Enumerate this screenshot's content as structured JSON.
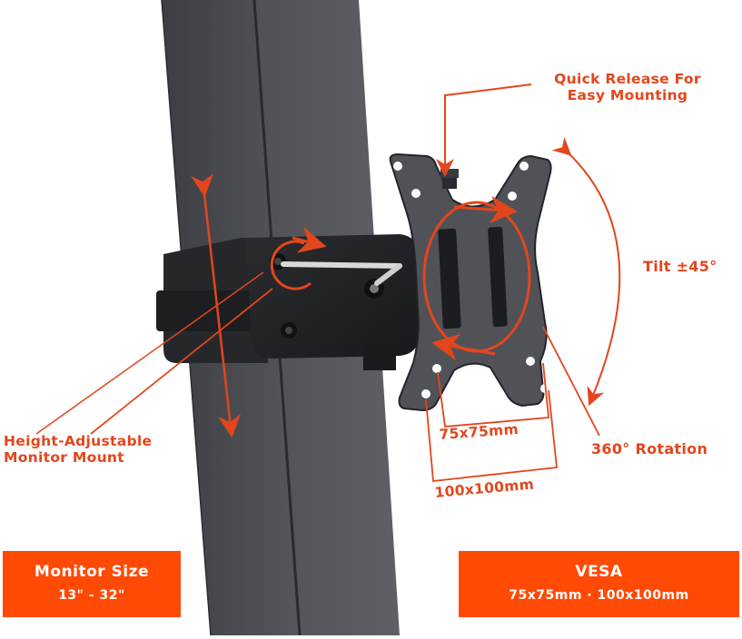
{
  "image": {
    "subject": "Height-adjustable monitor mount on vertical pole with VESA plate",
    "accent_color": "#e2461c",
    "banner_color": "#ff4a06",
    "pole_color": "#4a4c52"
  },
  "callouts": {
    "quick_release": {
      "line1": "Quick Release For",
      "line2": "Easy Mounting"
    },
    "tilt": "Tilt ±45°",
    "height_adjustable": {
      "line1": "Height-Adjustable",
      "line2": "Monitor Mount"
    },
    "rotation": "360° Rotation",
    "vesa_small": "75x75mm",
    "vesa_large": "100x100mm"
  },
  "banners": {
    "monitor_size": {
      "title": "Monitor Size",
      "value": "13\" - 32\""
    },
    "vesa": {
      "title": "VESA",
      "value": "75x75mm · 100x100mm"
    }
  }
}
